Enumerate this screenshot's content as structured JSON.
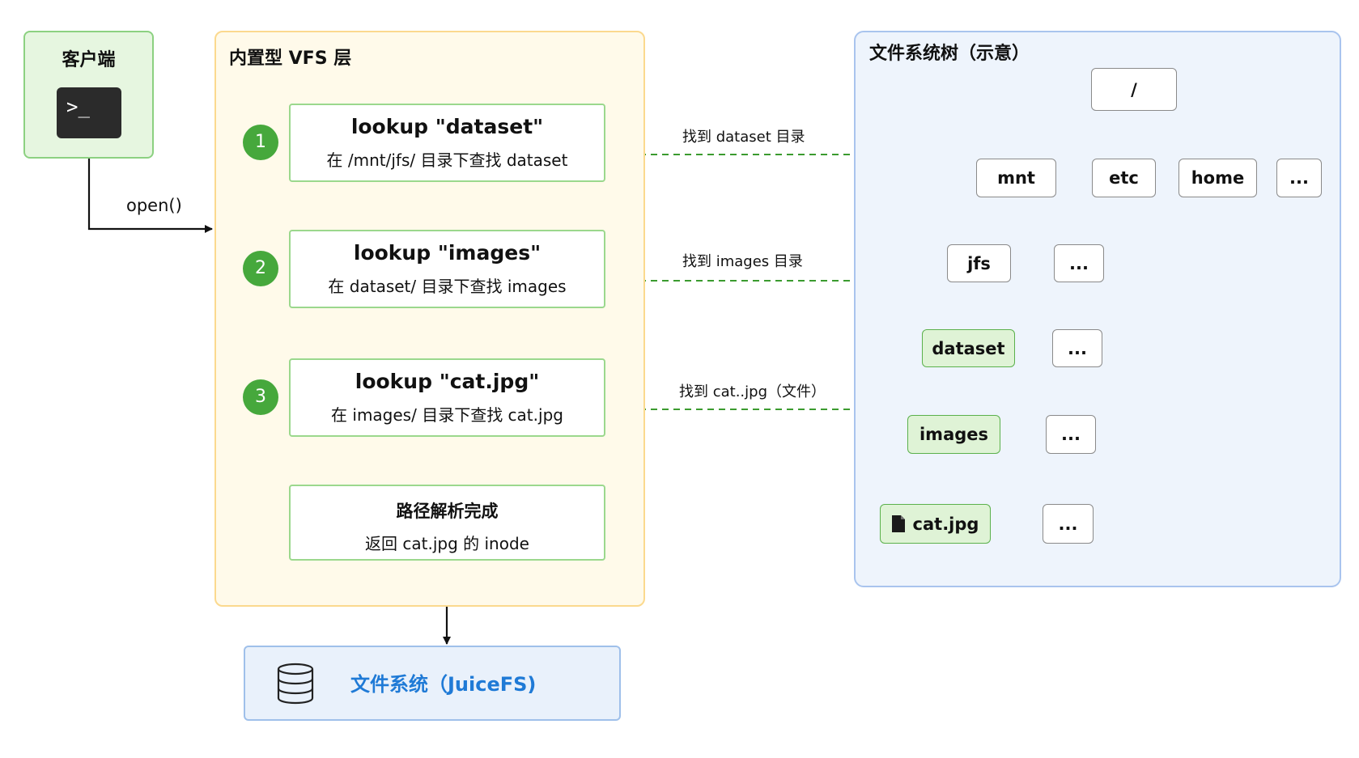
{
  "client": {
    "title": "客户端",
    "terminal": ">_"
  },
  "open_label": "open()",
  "vfs": {
    "title": "内置型 VFS 层",
    "steps": [
      {
        "num": "1",
        "title": "lookup \"dataset\"",
        "desc": "在 /mnt/jfs/ 目录下查找 dataset"
      },
      {
        "num": "2",
        "title": "lookup \"images\"",
        "desc": "在 dataset/ 目录下查找 images"
      },
      {
        "num": "3",
        "title": "lookup \"cat.jpg\"",
        "desc": "在 images/ 目录下查找 cat.jpg"
      }
    ],
    "done": {
      "title": "路径解析完成",
      "desc": "返回 cat.jpg 的 inode"
    }
  },
  "filesystem": {
    "title": "文件系统（JuiceFS)"
  },
  "found_labels": [
    "找到 dataset 目录",
    "找到 images 目录",
    "找到 cat..jpg（文件）"
  ],
  "tree": {
    "title": "文件系统树（示意）",
    "nodes": {
      "root": "/",
      "mnt": "mnt",
      "etc": "etc",
      "home": "home",
      "more1": "...",
      "jfs": "jfs",
      "more2": "...",
      "dataset": "dataset",
      "more3": "...",
      "images": "images",
      "more4": "...",
      "cat": "cat.jpg",
      "more5": "..."
    }
  },
  "colors": {
    "green_accent": "#46a83c",
    "green_fill": "#dff3d6",
    "vfs_fill": "#fffaea",
    "tree_fill": "#eef4fc",
    "fs_text": "#1f7ad6"
  },
  "icons": [
    "terminal-icon",
    "database-icon",
    "file-icon"
  ]
}
